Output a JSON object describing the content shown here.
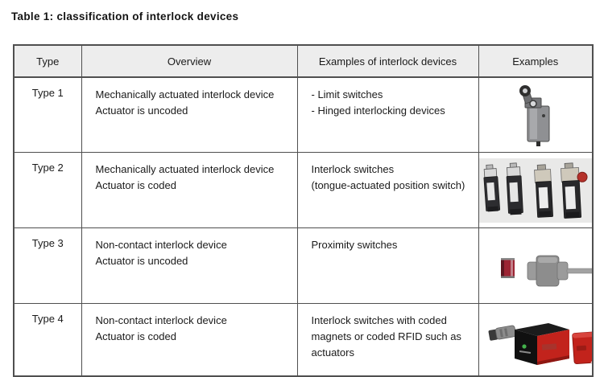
{
  "title": "Table 1: classification of interlock devices",
  "colors": {
    "border": "#4f4f4f",
    "header_bg": "#ededed",
    "accent_red": "#c2231c",
    "device_gray": "#8f9093"
  },
  "table": {
    "headers": [
      "Type",
      "Overview",
      "Examples of interlock devices",
      "Examples"
    ],
    "rows": [
      {
        "type": "Type 1",
        "overview": [
          "Mechanically actuated interlock device",
          "Actuator is uncoded"
        ],
        "examples": [
          "- Limit switches",
          "- Hinged interlocking devices"
        ],
        "image": "limit-switch-photo"
      },
      {
        "type": "Type 2",
        "overview": [
          "Mechanically actuated interlock device",
          "Actuator is coded"
        ],
        "examples": [
          "Interlock switches",
          "(tongue-actuated position switch)"
        ],
        "image": "interlock-switches-photo"
      },
      {
        "type": "Type 3",
        "overview": [
          "Non-contact interlock device",
          "Actuator is uncoded"
        ],
        "examples": [
          "Proximity switches"
        ],
        "image": "proximity-switch-photo"
      },
      {
        "type": "Type 4",
        "overview": [
          "Non-contact interlock device",
          "Actuator is coded"
        ],
        "examples": [
          "Interlock switches with coded",
          "magnets or coded RFID such as",
          "actuators"
        ],
        "image": "rfid-interlock-photo"
      }
    ]
  }
}
